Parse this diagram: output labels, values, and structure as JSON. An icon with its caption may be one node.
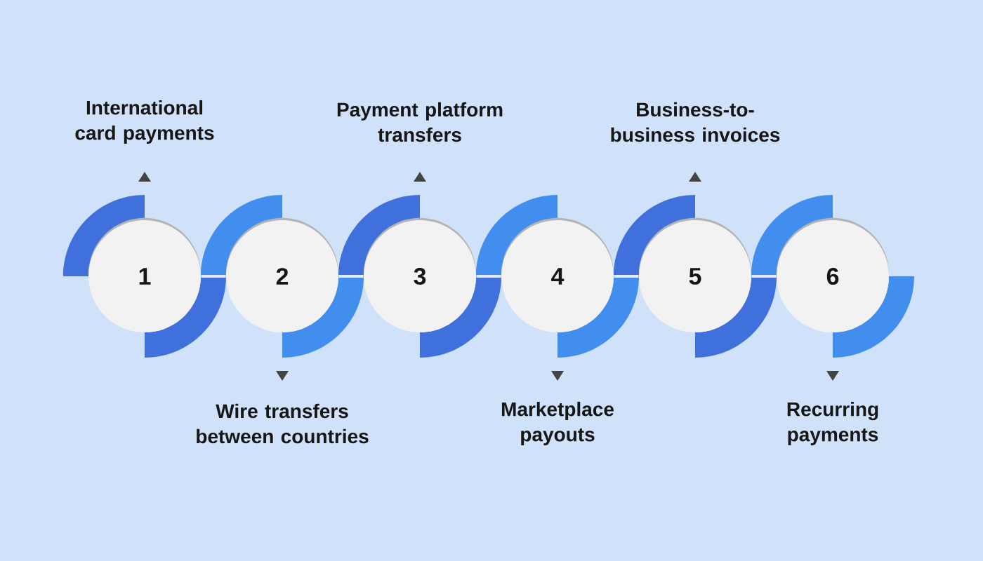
{
  "diagram": {
    "nodes": [
      {
        "text": [
          "1"
        ],
        "beside": [
          "International card payments"
        ]
      },
      {
        "text": [
          "2"
        ],
        "beside": [
          "Wire transfers between countries"
        ]
      },
      {
        "text": [
          "3"
        ],
        "beside": [
          "Payment platform transfers"
        ]
      },
      {
        "text": [
          "4"
        ],
        "beside": [
          "Marketplace payouts"
        ]
      },
      {
        "text": [
          "5"
        ],
        "beside": [
          "Business-to-business invoices"
        ]
      },
      {
        "text": [
          "6"
        ],
        "beside": [
          "Recurring payments"
        ]
      }
    ],
    "edges": [
      {
        "from": 0,
        "to": 1,
        "arrow": "none"
      },
      {
        "from": 1,
        "to": 2,
        "arrow": "none"
      },
      {
        "from": 2,
        "to": 3,
        "arrow": "none"
      },
      {
        "from": 3,
        "to": 4,
        "arrow": "none"
      },
      {
        "from": 4,
        "to": 5,
        "arrow": "none"
      }
    ]
  }
}
